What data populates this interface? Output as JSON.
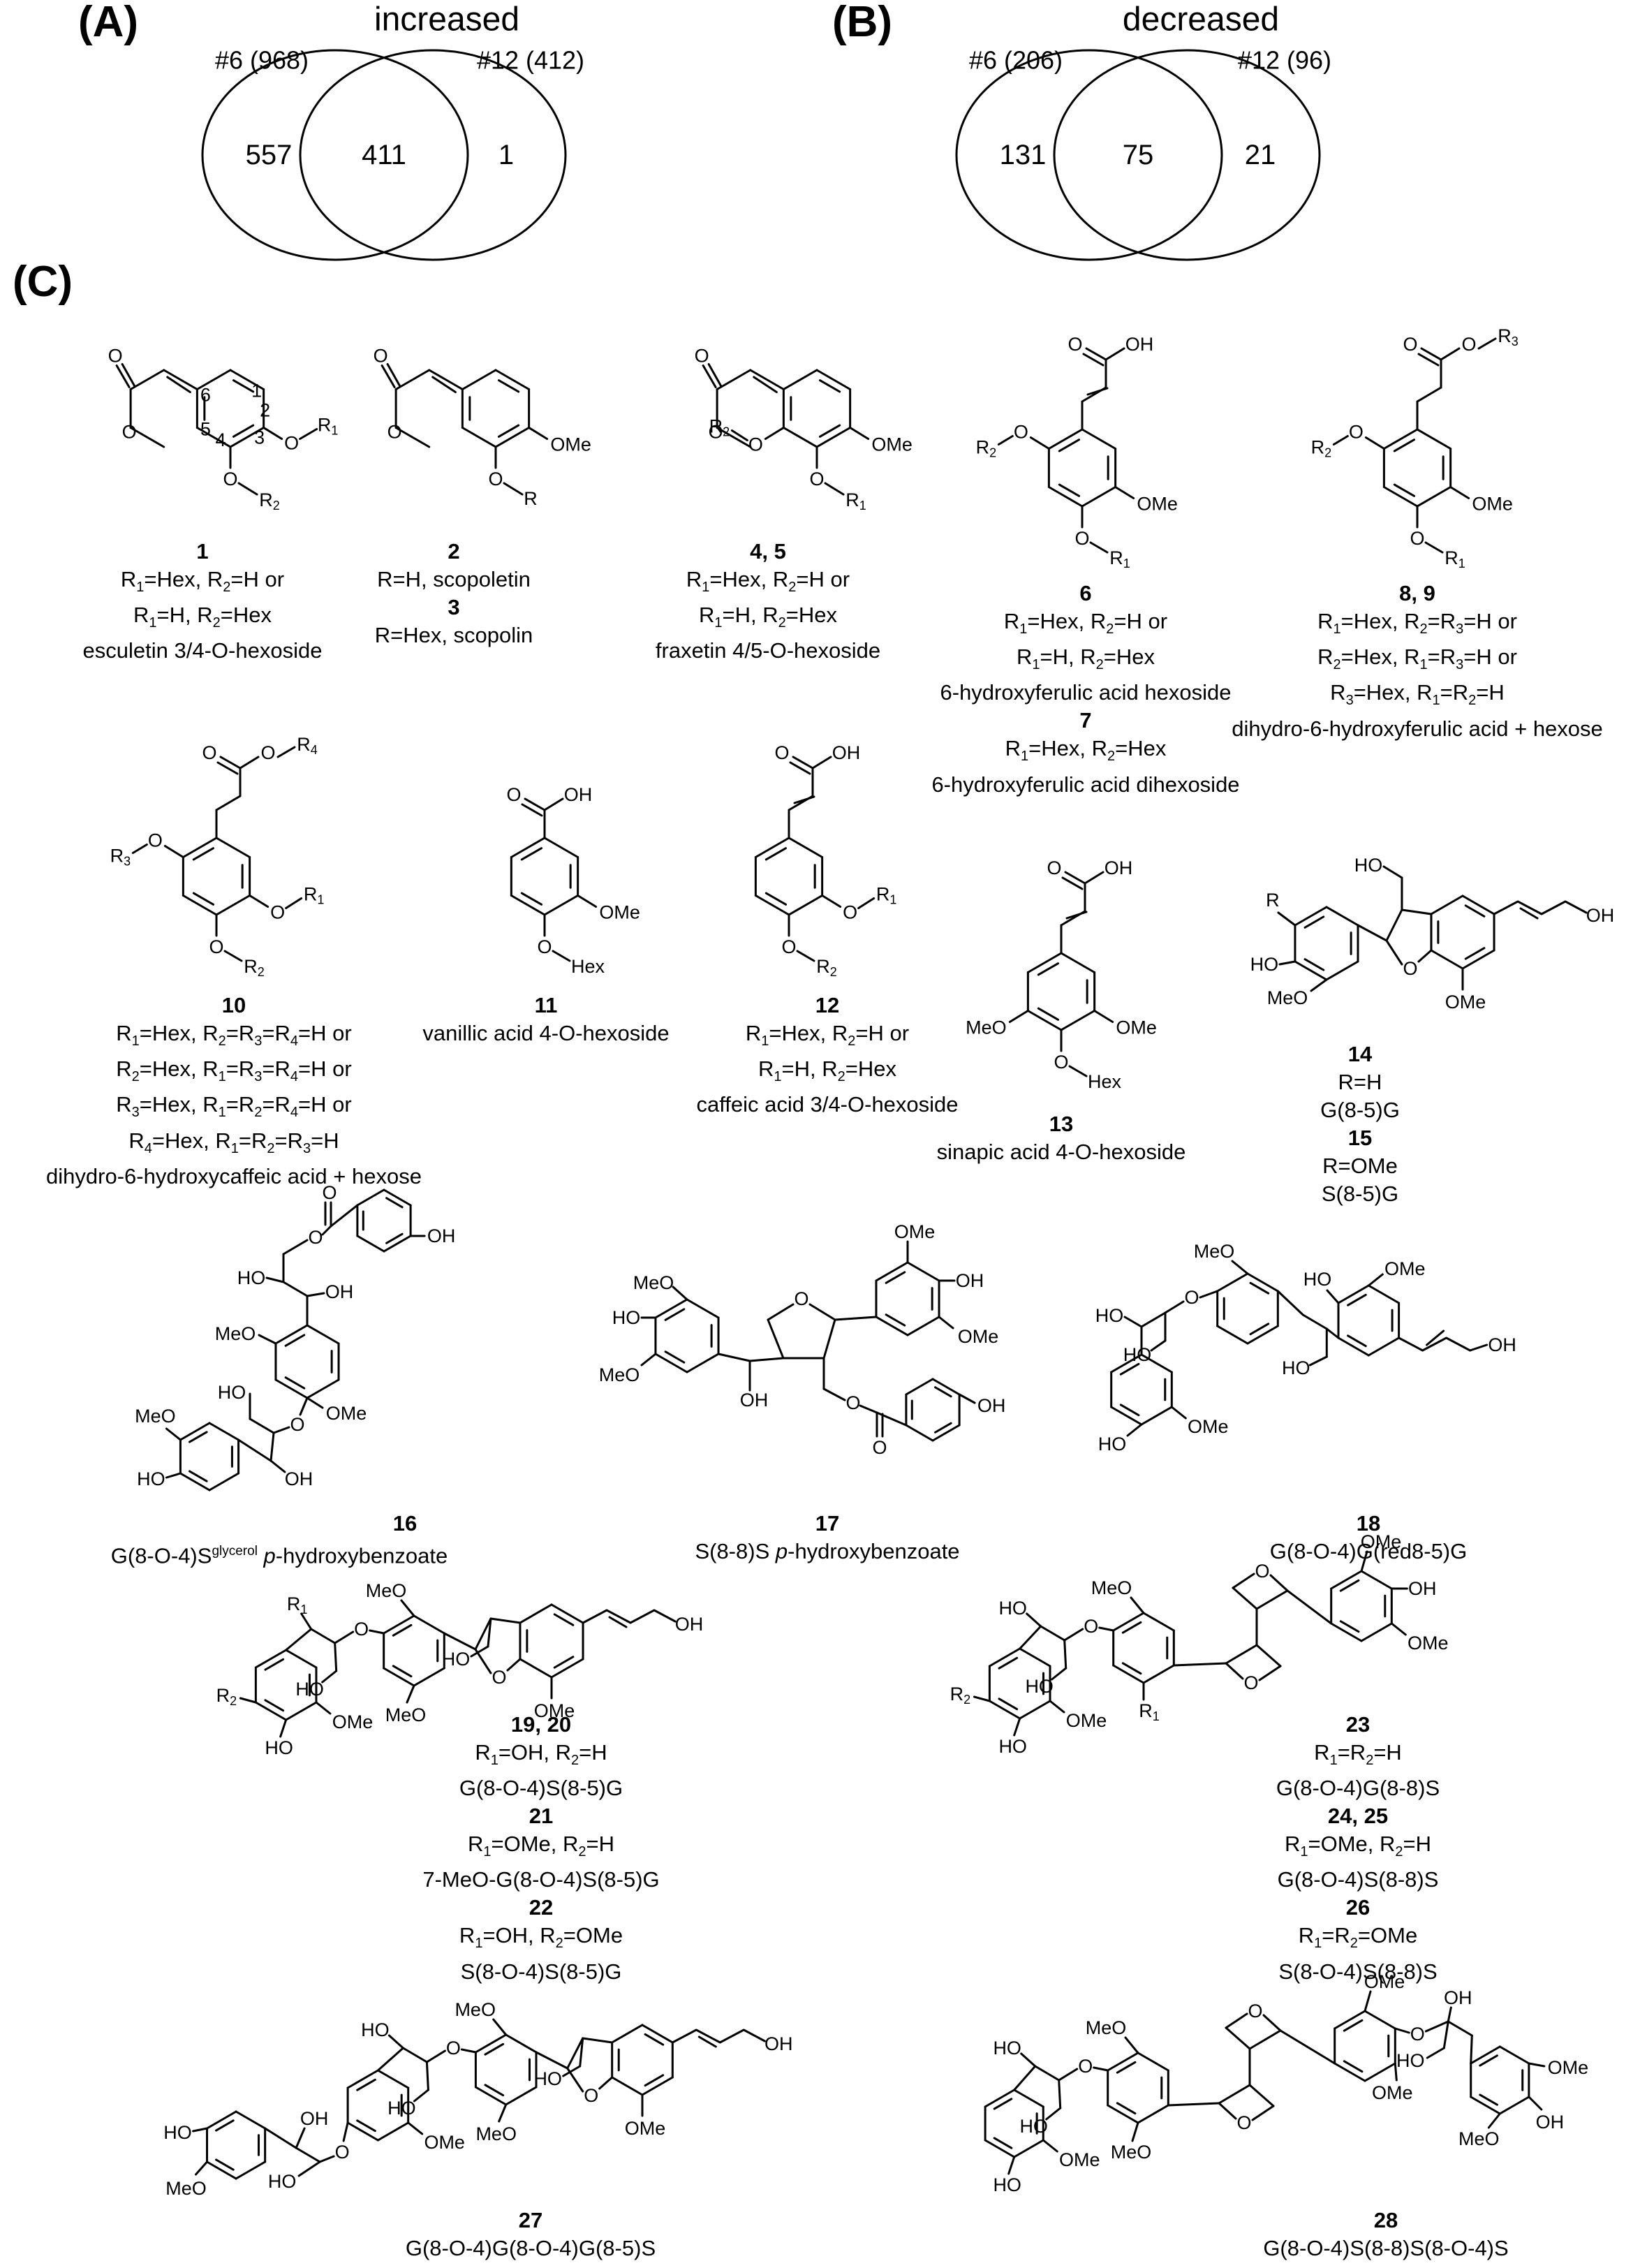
{
  "panels": {
    "A": {
      "label": "(A)",
      "title": "increased",
      "left_set": "#6 (968)",
      "right_set": "#12 (412)",
      "left_only": "557",
      "overlap": "411",
      "right_only": "1"
    },
    "B": {
      "label": "(B)",
      "title": "decreased",
      "left_set": "#6 (206)",
      "right_set": "#12 (96)",
      "left_only": "131",
      "overlap": "75",
      "right_only": "21"
    },
    "C": {
      "label": "(C)"
    }
  },
  "compounds": {
    "c1": {
      "num": "1",
      "l1": "R1=Hex, R2=H or",
      "l2": "R1=H, R2=Hex",
      "name": "esculetin 3/4-O-hexoside"
    },
    "c2": {
      "num2": "2",
      "l2": "R=H, scopoletin",
      "num3": "3",
      "l3": "R=Hex, scopolin"
    },
    "c45": {
      "num": "4, 5",
      "l1": "R1=Hex, R2=H or",
      "l2": "R1=H, R2=Hex",
      "name": "fraxetin 4/5-O-hexoside"
    },
    "c6": {
      "num": "6",
      "l1": "R1=Hex, R2=H or",
      "l2": "R1=H, R2=Hex",
      "name": "6-hydroxyferulic acid hexoside",
      "num7": "7",
      "l3": "R1=Hex, R2=Hex",
      "name7": "6-hydroxyferulic acid dihexoside"
    },
    "c89": {
      "num": "8, 9",
      "l1": "R1=Hex, R2=R3=H or",
      "l2": "R2=Hex, R1=R3=H or",
      "l3": "R3=Hex, R1=R2=H",
      "name": "dihydro-6-hydroxyferulic acid + hexose"
    },
    "c10": {
      "num": "10",
      "l1": "R1=Hex, R2=R3=R4=H or",
      "l2": "R2=Hex, R1=R3=R4=H or",
      "l3": "R3=Hex, R1=R2=R4=H or",
      "l4": "R4=Hex, R1=R2=R3=H",
      "name": "dihydro-6-hydroxycaffeic acid + hexose"
    },
    "c11": {
      "num": "11",
      "name": "vanillic acid 4-O-hexoside"
    },
    "c12": {
      "num": "12",
      "l1": "R1=Hex, R2=H or",
      "l2": "R1=H, R2=Hex",
      "name": "caffeic acid 3/4-O-hexoside"
    },
    "c13": {
      "num": "13",
      "name": "sinapic acid 4-O-hexoside"
    },
    "c14": {
      "num": "14",
      "l1": "R=H",
      "name": "G(8-5)G",
      "num15": "15",
      "l2": "R=OMe",
      "name15": "S(8-5)G"
    },
    "c16": {
      "num": "16",
      "name": "G(8-O-4)Sglycerol p-hydroxybenzoate"
    },
    "c17": {
      "num": "17",
      "name": "S(8-8)S p-hydroxybenzoate"
    },
    "c18": {
      "num": "18",
      "name": "G(8-O-4)G(red8-5)G"
    },
    "c19": {
      "num": "19, 20",
      "l1": "R1=OH, R2=H",
      "name": "G(8-O-4)S(8-5)G",
      "num21": "21",
      "l2": "R1=OMe, R2=H",
      "name21": "7-MeO-G(8-O-4)S(8-5)G",
      "num22": "22",
      "l3": "R1=OH, R2=OMe",
      "name22": "S(8-O-4)S(8-5)G"
    },
    "c23": {
      "num": "23",
      "l1": "R1=R2=H",
      "name": "G(8-O-4)G(8-8)S",
      "num24": "24, 25",
      "l2": "R1=OMe, R2=H",
      "name24": "G(8-O-4)S(8-8)S",
      "num26": "26",
      "l3": "R1=R2=OMe",
      "name26": "S(8-O-4)S(8-8)S"
    },
    "c27": {
      "num": "27",
      "name": "G(8-O-4)G(8-O-4)G(8-5)S"
    },
    "c28": {
      "num": "28",
      "name": "G(8-O-4)S(8-8)S(8-O-4)S"
    }
  },
  "atoms": {
    "O": "O",
    "OH": "OH",
    "OMe": "OMe",
    "MeO": "MeO",
    "HO": "HO",
    "Hex": "Hex",
    "R": "R",
    "R1": "R1",
    "R2": "R2",
    "R3": "R3",
    "R4": "R4",
    "n1": "1",
    "n2": "2",
    "n3": "3",
    "n4": "4",
    "n5": "5",
    "n6": "6"
  },
  "colors": {
    "ink": "#000000",
    "background": "#ffffff"
  }
}
